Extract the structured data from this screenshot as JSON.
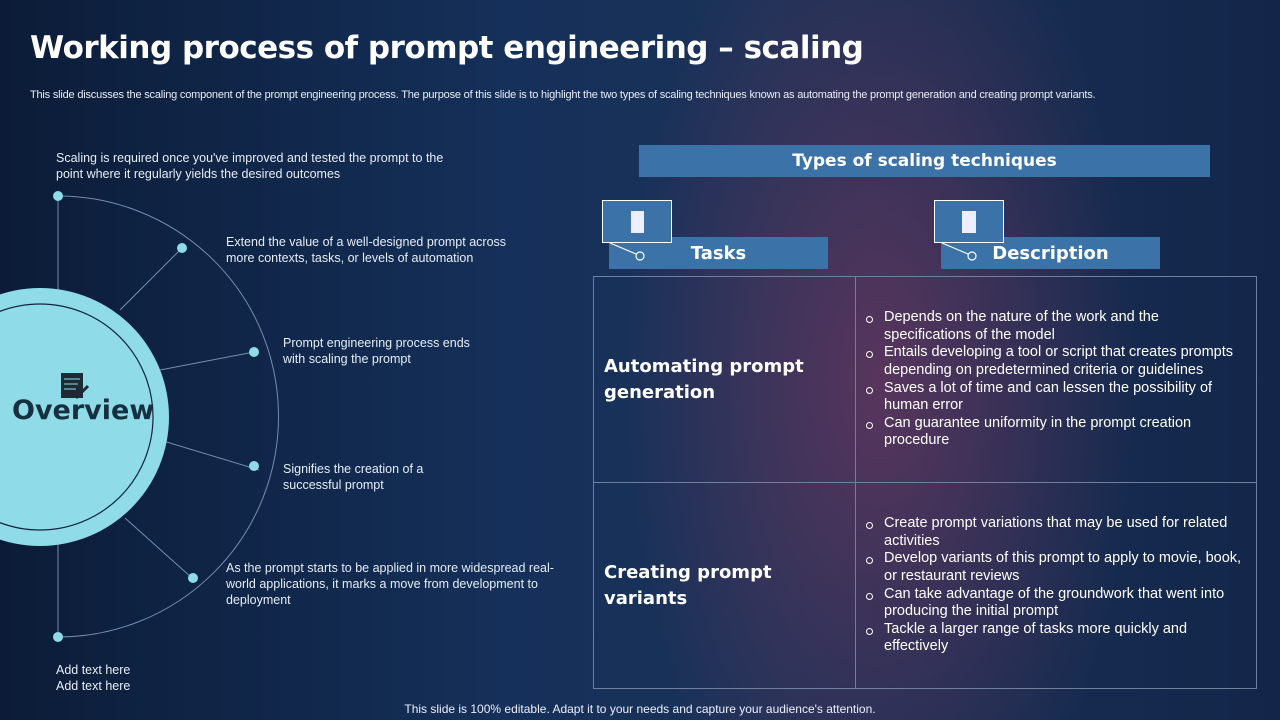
{
  "title": "Working process of prompt engineering – scaling",
  "subtitle": "This slide discusses the scaling component of the prompt engineering process. The purpose of this slide is to highlight the two types of scaling techniques known as automating the prompt generation and creating prompt variants.",
  "overview": {
    "label": "Overview",
    "steps": [
      "Scaling is required  once you've  improved  and tested the prompt to the point where  it regularly  yields the desired outcomes",
      "Extend the value  of a well-designed  prompt across more  contexts, tasks, or levels  of automation",
      "Prompt engineering  process ends with scaling the prompt",
      "Signifies the creation of a successful prompt",
      "As the prompt starts to be applied  in more widespread real-world  applications, it marks a move from development  to deployment",
      "Add text here",
      "Add text here"
    ]
  },
  "techniques": {
    "header": "Types of scaling techniques",
    "col_tasks": "Tasks",
    "col_desc": "Description",
    "rows": [
      {
        "task": "Automating prompt generation",
        "points": [
          "Depends on the nature of the work and the specifications of the model",
          "Entails developing a tool or script that creates prompts depending on predetermined criteria or guidelines",
          "Saves a lot of time and can lessen the possibility of human error",
          "Can guarantee uniformity in the prompt creation procedure"
        ]
      },
      {
        "task": "Creating prompt variants",
        "points": [
          "Create prompt variations that may be used for related activities",
          "Develop variants of this prompt to apply to movie, book, or restaurant reviews",
          "Can take advantage of the groundwork that went into producing the initial prompt",
          "Tackle a larger range of tasks more quickly and effectively"
        ]
      }
    ]
  },
  "footer": "This slide is 100% editable. Adapt it to your needs and capture your audience's attention.",
  "colors": {
    "accent": "#3b73a8",
    "circle": "#8fdbe8"
  }
}
